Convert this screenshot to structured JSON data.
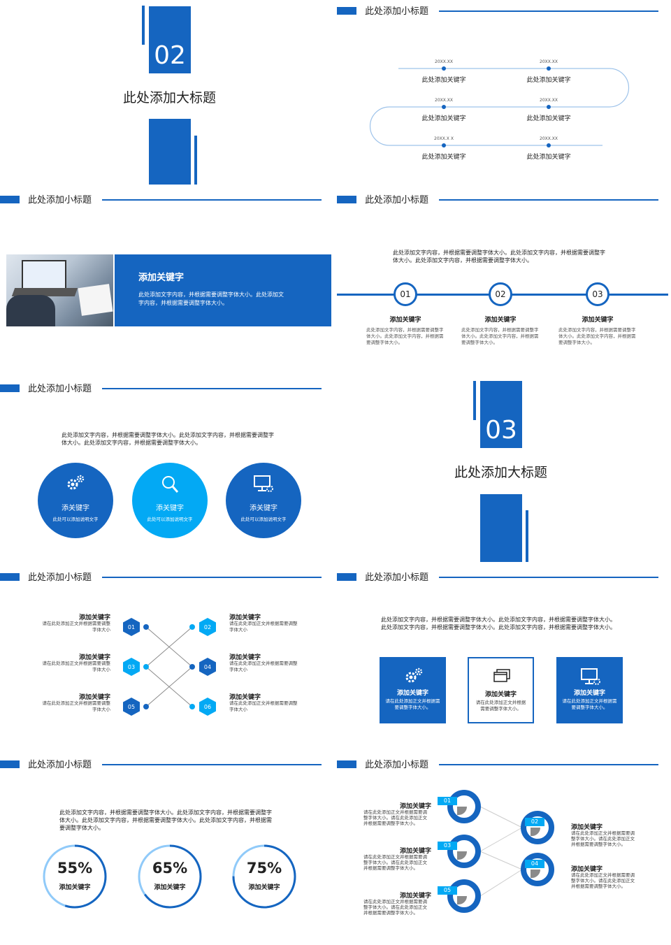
{
  "section_02": {
    "num": "02",
    "title": "此处添加大标题"
  },
  "section_03": {
    "num": "03",
    "title": "此处添加大标题"
  },
  "subtitle": "此处添加小标题",
  "timeline": {
    "items": [
      {
        "date": "20XX.XX",
        "label": "此处添加关键字"
      },
      {
        "date": "20XX.XX",
        "label": "此处添加关键字"
      },
      {
        "date": "20XX.XX",
        "label": "此处添加关键字"
      },
      {
        "date": "20XX.XX",
        "label": "此处添加关键字"
      },
      {
        "date": "20XX.X X",
        "label": "此处添加关键字"
      },
      {
        "date": "20XX.XX",
        "label": "此处添加关键字"
      }
    ]
  },
  "photo_slide": {
    "keyword": "添加关键字",
    "text": "此处添加文字内容，并根据需要调整字体大小。此处添加文字内容，并根据需要调整字体大小。"
  },
  "steps_slide": {
    "intro": "此处添加文字内容，并根据需要调整字体大小。此处添加文字内容，并根据需要调整字体大小。此处添加文字内容，并根据需要调整字体大小。",
    "steps": [
      {
        "num": "01",
        "keyword": "添加关键字",
        "text": "此处添加文字内容，并根据需要调整字体大小。此处添加文字内容，并根据需要调整字体大小。"
      },
      {
        "num": "02",
        "keyword": "添加关键字",
        "text": "此处添加文字内容，并根据需要调整字体大小。此处添加文字内容，并根据需要调整字体大小。"
      },
      {
        "num": "03",
        "keyword": "添加关键字",
        "text": "此处添加文字内容，并根据需要调整字体大小。此处添加文字内容，并根据需要调整字体大小。"
      }
    ]
  },
  "circles_slide": {
    "intro": "此处添加文字内容，并根据需要调整字体大小。此处添加文字内容，并根据需要调整字体大小。此处添加文字内容，并根据需要调整字体大小。",
    "circles": [
      {
        "keyword": "添关键字",
        "text": "此处可以添加说明文字",
        "icon": "gears-icon"
      },
      {
        "keyword": "添关键字",
        "text": "此处可以添加说明文字",
        "icon": "search-icon"
      },
      {
        "keyword": "添关键字",
        "text": "此处可以添加说明文字",
        "icon": "monitor-gear-icon"
      }
    ]
  },
  "hex_slide": {
    "items": [
      {
        "num": "01",
        "keyword": "添加关键字",
        "text": "请在此处添加正文并根据需要调整字体大小"
      },
      {
        "num": "02",
        "keyword": "添加关键字",
        "text": "请在此处添加正文并根据需要调整字体大小"
      },
      {
        "num": "03",
        "keyword": "添加关键字",
        "text": "请在此处添加正文并根据需要调整字体大小"
      },
      {
        "num": "04",
        "keyword": "添加关键字",
        "text": "请在此处添加正文并根据需要调整字体大小"
      },
      {
        "num": "05",
        "keyword": "添加关键字",
        "text": "请在此处添加正文并根据需要调整字体大小"
      },
      {
        "num": "06",
        "keyword": "添加关键字",
        "text": "请在此处添加正文并根据需要调整字体大小"
      }
    ]
  },
  "boxes_slide": {
    "intro": "此处添加文字内容，并根据需要调整字体大小。此处添加文字内容，并根据需要调整字体大小。此处添加文字内容，并根据需要调整字体大小。此处添加文字内容，并根据需要调整字体大小。",
    "boxes": [
      {
        "keyword": "添加关键字",
        "text": "请在此处添加正文并根据需要调整字体大小。",
        "icon": "gears-icon"
      },
      {
        "keyword": "添加关键字",
        "text": "请在此处添加正文并根据需要调整字体大小。",
        "icon": "windows-icon"
      },
      {
        "keyword": "添加关键字",
        "text": "请在此处添加正文并根据需要调整字体大小。",
        "icon": "monitor-gear-icon"
      }
    ]
  },
  "percent_slide": {
    "intro": "此处添加文字内容，并根据需要调整字体大小。此处添加文字内容，并根据需要调整字体大小。此处添加文字内容，并根据需要调整字体大小。此处添加文字内容，并根据需要调整字体大小。",
    "items": [
      {
        "value": "55%",
        "keyword": "添加关键字",
        "fraction": 0.55
      },
      {
        "value": "65%",
        "keyword": "添加关键字",
        "fraction": 0.65
      },
      {
        "value": "75%",
        "keyword": "添加关键字",
        "fraction": 0.75
      }
    ]
  },
  "rings_slide": {
    "items": [
      {
        "num": "01",
        "keyword": "添加关键字",
        "text": "请在此处添加正文并根据需要调整字体大小。请在此处添加正文并根据需要调整字体大小。"
      },
      {
        "num": "02",
        "keyword": "添加关键字",
        "text": "请在此处添加正文并根据需要调整字体大小。请在此处添加正文并根据需要调整字体大小。"
      },
      {
        "num": "03",
        "keyword": "添加关键字",
        "text": "请在此处添加正文并根据需要调整字体大小。请在此处添加正文并根据需要调整字体大小。"
      },
      {
        "num": "04",
        "keyword": "添加关键字",
        "text": "请在此处添加正文并根据需要调整字体大小。请在此处添加正文并根据需要调整字体大小。"
      },
      {
        "num": "05",
        "keyword": "添加关键字",
        "text": "请在此处添加正文并根据需要调整字体大小。请在此处添加正文并根据需要调整字体大小。"
      }
    ]
  },
  "colors": {
    "primary": "#1565c0",
    "light": "#03a9f4",
    "ring_light": "#90caf9"
  }
}
